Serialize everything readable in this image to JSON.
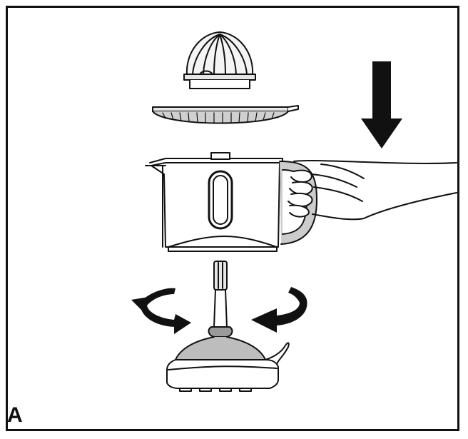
{
  "figure": {
    "panel_label": "A"
  },
  "colors": {
    "line": "#111111",
    "fill_light": "#f2f2f2",
    "fill_mid": "#cfcfcf",
    "fill_dark": "#555555",
    "arrow": "#111111"
  },
  "icons": [
    "reamer-cone",
    "strainer-disc",
    "juice-jug",
    "hand",
    "motor-base",
    "drive-shaft",
    "down-arrow",
    "rotation-arrow-left",
    "rotation-arrow-right"
  ]
}
